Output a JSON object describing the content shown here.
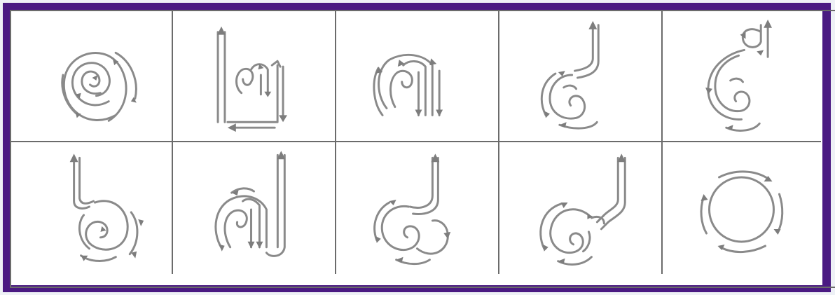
{
  "grid": {
    "rows": 2,
    "columns": 5,
    "cells": [
      {
        "glyph": "swirl-letter-1"
      },
      {
        "glyph": "box-letter-2"
      },
      {
        "glyph": "arch-letter-3"
      },
      {
        "glyph": "hook-letter-4"
      },
      {
        "glyph": "loop-letter-5"
      },
      {
        "glyph": "tail-letter-6"
      },
      {
        "glyph": "double-arch-letter-7"
      },
      {
        "glyph": "curl-letter-8"
      },
      {
        "glyph": "twist-letter-9"
      },
      {
        "glyph": "circle-10"
      }
    ]
  },
  "colors": {
    "frame": "#4a1a82",
    "grid_lines": "#6b6b6b",
    "strokes": "#8a8a8a",
    "background": "#ffffff"
  },
  "icons": {
    "arrow": "direction-arrow-icon"
  }
}
